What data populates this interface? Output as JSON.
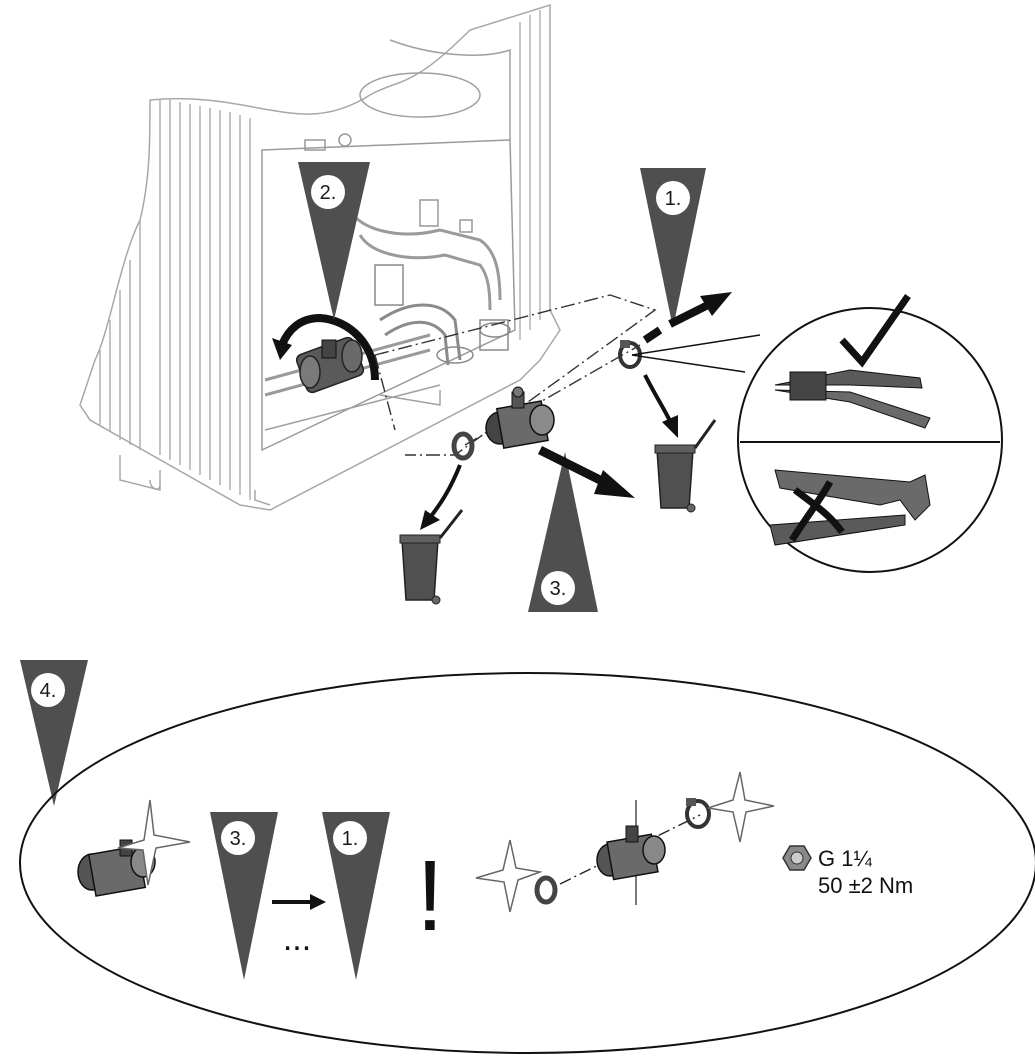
{
  "steps": {
    "step1": "1.",
    "step2": "2.",
    "step3": "3.",
    "step4": "4."
  },
  "summary": {
    "seq_from": "3.",
    "seq_to": "1.",
    "ellipsis": "...",
    "warning": "!",
    "thread_size": "G 1¼",
    "torque": "50 ±2 Nm"
  },
  "colors": {
    "dark_gray": "#4f4f4f",
    "light_line": "#9a9a9a",
    "bin": "#505050"
  },
  "icons": [
    "cabinet-illustration",
    "ball-valve-icon",
    "o-ring-gasket-icon",
    "hose-clamp-icon",
    "waste-bin-icon",
    "clamp-pliers-icon",
    "crossed-out-tool-icon",
    "sparkle-icon",
    "hex-nut-icon"
  ]
}
